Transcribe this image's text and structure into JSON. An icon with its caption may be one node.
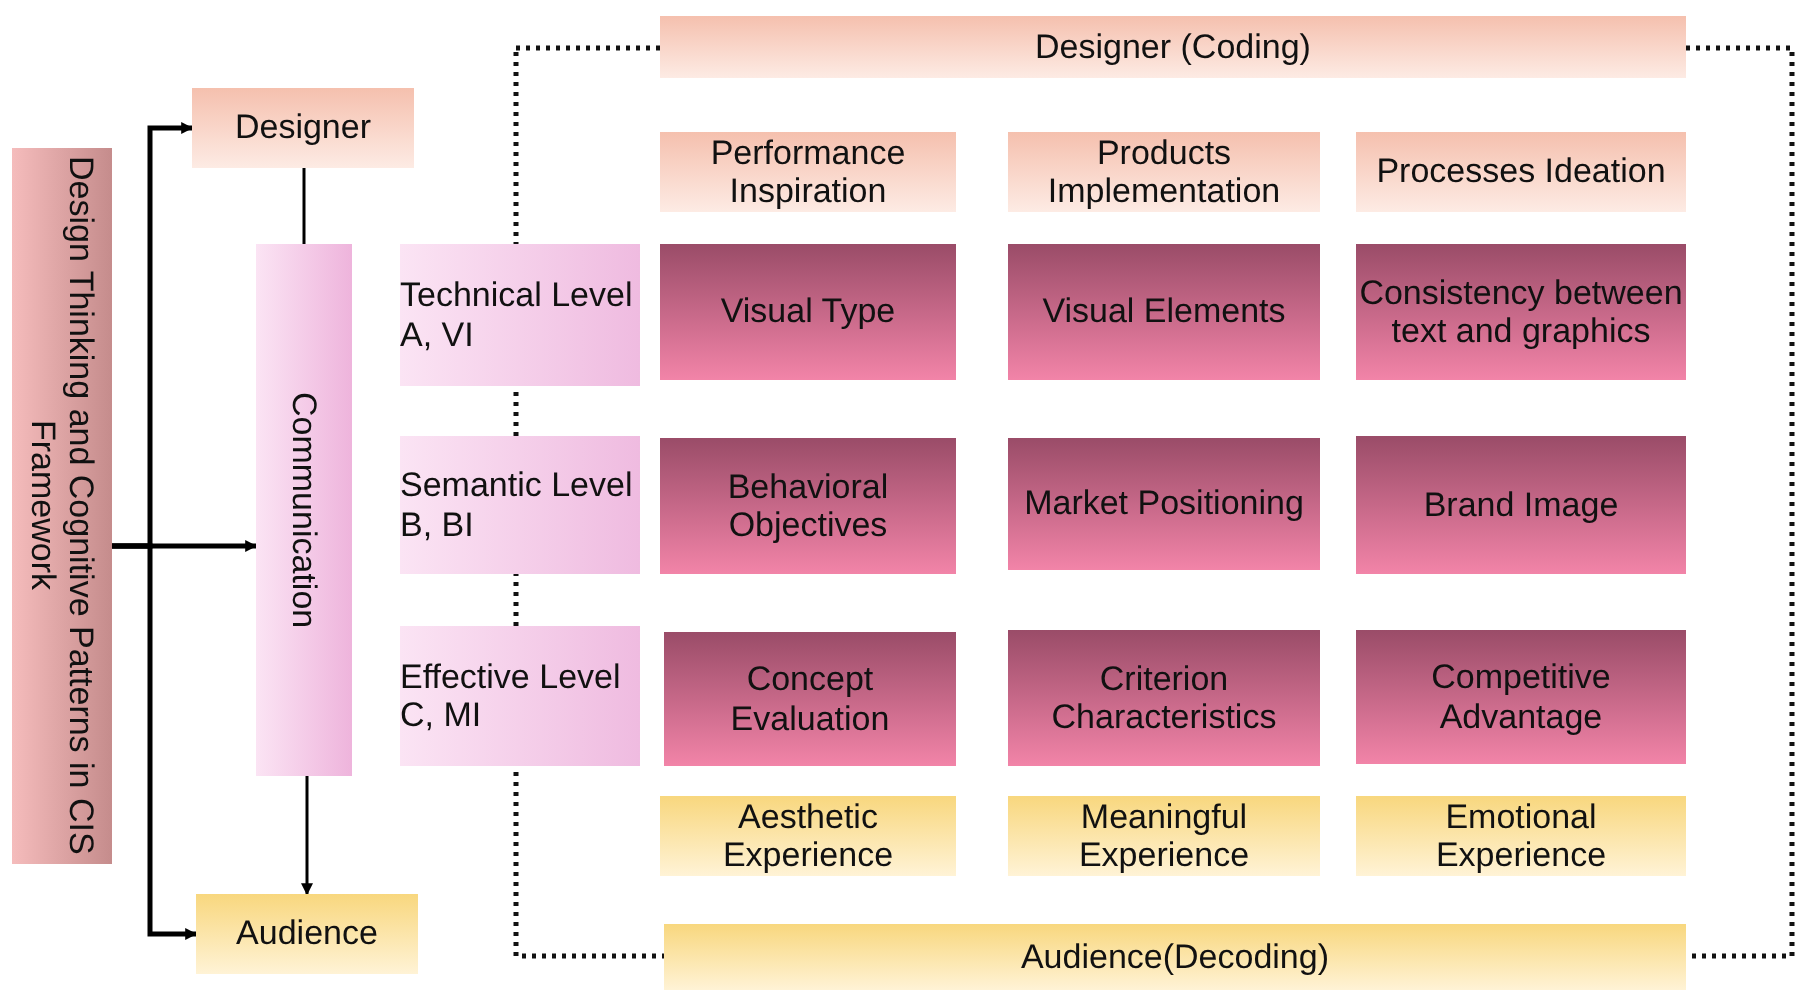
{
  "diagram": {
    "nodes": [
      {
        "text": [
          "Design Thinking and Cognitive Patterns in CIS Framework"
        ]
      },
      {
        "text": [
          "Designer"
        ]
      },
      {
        "text": [
          "Communication"
        ]
      },
      {
        "text": [
          "Audience"
        ]
      },
      {
        "text": [
          "Technical Level A, VI"
        ]
      },
      {
        "text": [
          "Semantic Level B, BI"
        ]
      },
      {
        "text": [
          "Effective Level C, MI"
        ]
      },
      {
        "text": [
          "Designer (Coding)"
        ]
      },
      {
        "text": [
          "Performance Inspiration"
        ]
      },
      {
        "text": [
          "Products Implementation"
        ]
      },
      {
        "text": [
          "Processes Ideation"
        ]
      },
      {
        "text": [
          "Visual Type"
        ]
      },
      {
        "text": [
          "Visual Elements"
        ]
      },
      {
        "text": [
          "Consistency between text and graphics"
        ]
      },
      {
        "text": [
          "Behavioral Objectives"
        ]
      },
      {
        "text": [
          "Market Positioning"
        ]
      },
      {
        "text": [
          "Brand Image"
        ]
      },
      {
        "text": [
          "Concept Evaluation"
        ]
      },
      {
        "text": [
          "Criterion Characteristics"
        ]
      },
      {
        "text": [
          "Competitive Advantage"
        ]
      },
      {
        "text": [
          "Aesthetic Experience"
        ]
      },
      {
        "text": [
          "Meaningful Experience"
        ]
      },
      {
        "text": [
          "Emotional Experience"
        ]
      },
      {
        "text": [
          "Audience(Decoding)"
        ]
      }
    ],
    "edges": [
      {
        "from": 0,
        "to": 1,
        "arrow": "to"
      },
      {
        "from": 0,
        "to": 2,
        "arrow": "to"
      },
      {
        "from": 0,
        "to": 3,
        "arrow": "to"
      },
      {
        "from": 1,
        "to": 2,
        "arrow": "none"
      },
      {
        "from": 2,
        "to": 3,
        "arrow": "to"
      }
    ]
  }
}
